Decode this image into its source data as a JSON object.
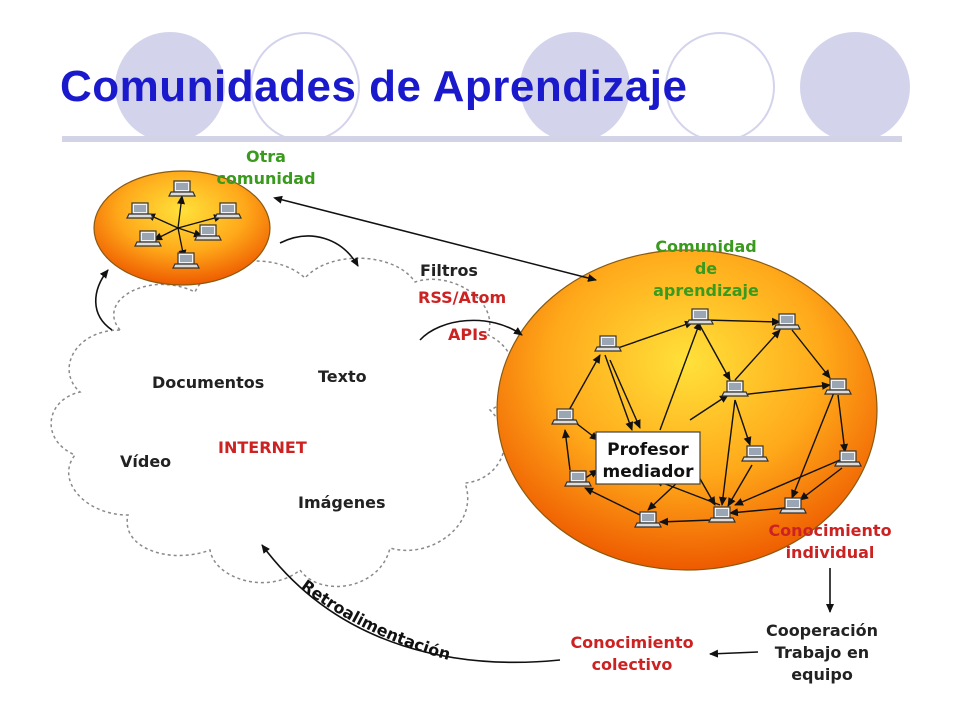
{
  "slide": {
    "title": "Comunidades de Aprendizaje",
    "title_color": "#1a1acc",
    "decor_circle_color": "#d3d3ec"
  },
  "diagram": {
    "otra_comunidad": [
      "Otra",
      "comunidad"
    ],
    "comunidad_aprendizaje": [
      "Comunidad",
      "de",
      "aprendizaje"
    ],
    "filtros": "Filtros",
    "rss": "RSS/Atom",
    "apis": "APIs",
    "documentos": "Documentos",
    "texto": "Texto",
    "video": "Vídeo",
    "internet": "INTERNET",
    "imagenes": "Imágenes",
    "profesor": [
      "Profesor",
      "mediador"
    ],
    "conocimiento_individual": [
      "Conocimiento",
      "individual"
    ],
    "cooperacion": [
      "Cooperación",
      "Trabajo en",
      "equipo"
    ],
    "conocimiento_colectivo": [
      "Conocimiento",
      "colectivo"
    ],
    "retroalimentacion": "Retroalimentación",
    "green_color": "#3a9a1e",
    "red_color": "#cc2222",
    "dark_color": "#222222"
  }
}
